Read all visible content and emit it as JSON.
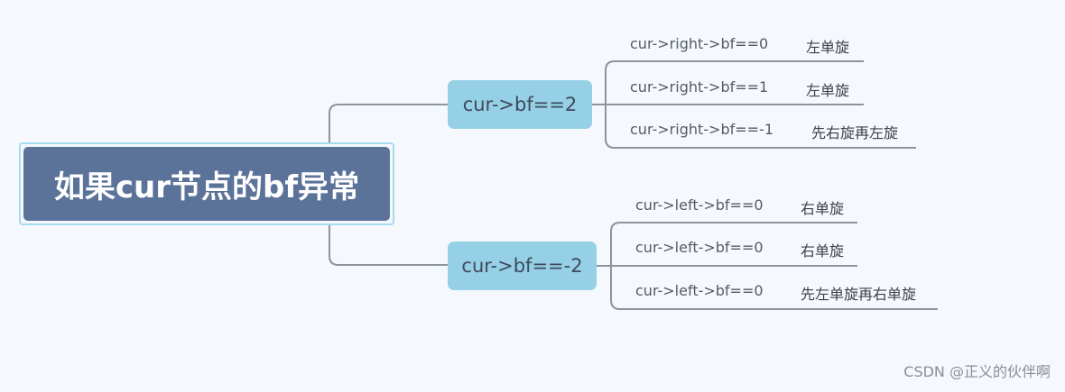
{
  "root": {
    "label": "如果cur节点的bf异常"
  },
  "branches": [
    {
      "label": "cur->bf==2",
      "items": [
        {
          "condition": "cur->right->bf==0",
          "action": "左单旋"
        },
        {
          "condition": "cur->right->bf==1",
          "action": "左单旋"
        },
        {
          "condition": "cur->right->bf==-1",
          "action": "先右旋再左旋"
        }
      ]
    },
    {
      "label": "cur->bf==-2",
      "items": [
        {
          "condition": "cur->left->bf==0",
          "action": "右单旋"
        },
        {
          "condition": "cur->left->bf==0",
          "action": "右单旋"
        },
        {
          "condition": "cur->left->bf==0",
          "action": "先左单旋再右单旋"
        }
      ]
    }
  ],
  "watermark": "CSDN @正义的伙伴啊",
  "colors": {
    "background": "#f5f9fd",
    "root_fill": "#5b7299",
    "root_border": "#a5dcef",
    "branch_fill": "#95d0e6",
    "connector": "#8e949d"
  }
}
